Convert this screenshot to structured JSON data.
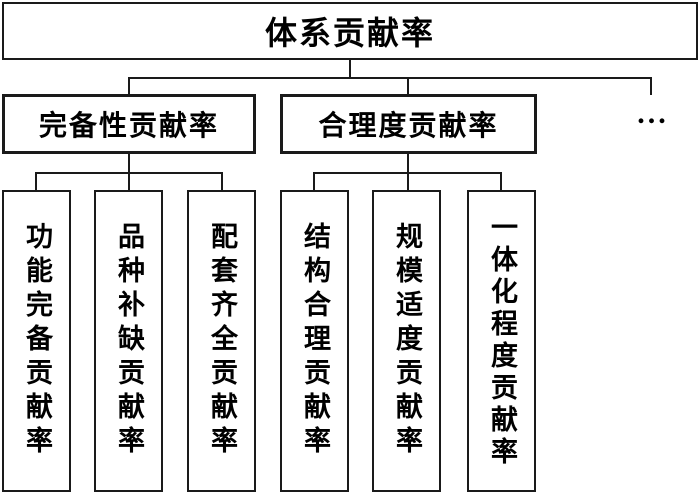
{
  "diagram": {
    "type": "hierarchy-tree",
    "line_color": "#1a1a1a",
    "background_color": "#ffffff",
    "root": {
      "label": "体系贡献率"
    },
    "level2": [
      {
        "label": "完备性贡献率",
        "children_of": "root"
      },
      {
        "label": "合理度贡献率",
        "children_of": "root"
      }
    ],
    "more_indicator": "...",
    "level3": [
      {
        "label": "功能完备贡献率",
        "parent": "完备性贡献率"
      },
      {
        "label": "品种补缺贡献率",
        "parent": "完备性贡献率"
      },
      {
        "label": "配套齐全贡献率",
        "parent": "完备性贡献率"
      },
      {
        "label": "结构合理贡献率",
        "parent": "合理度贡献率"
      },
      {
        "label": "规模适度贡献率",
        "parent": "合理度贡献率"
      },
      {
        "label": "一体化程度贡献率",
        "parent": "合理度贡献率"
      }
    ]
  }
}
